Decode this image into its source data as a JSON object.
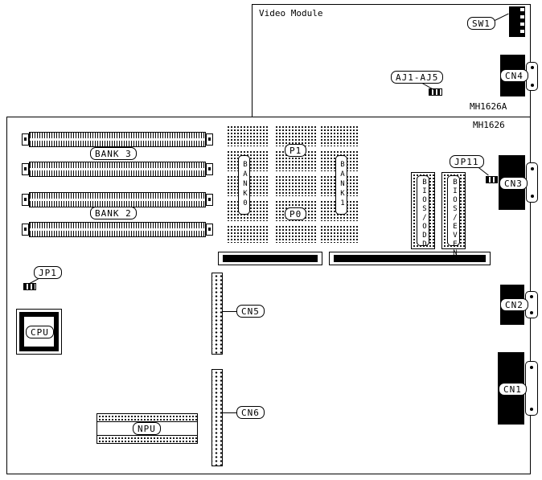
{
  "video_module": {
    "title": "Video Module",
    "model": "MH1626A",
    "sw1": "SW1",
    "aj": "AJ1-AJ5",
    "cn4": "CN4"
  },
  "board": {
    "model": "MH1626",
    "bank3": "BANK 3",
    "bank2": "BANK 2",
    "bank0": "BANK0",
    "bank1": "BANK1",
    "p1": "P1",
    "p0": "P0",
    "bios_odd": "BIOS/ODD",
    "bios_even": "BIOS/EVEN",
    "jp11": "JP11",
    "jp1": "JP1",
    "cpu": "CPU",
    "npu": "NPU",
    "cn1": "CN1",
    "cn2": "CN2",
    "cn3": "CN3",
    "cn5": "CN5",
    "cn6": "CN6"
  }
}
